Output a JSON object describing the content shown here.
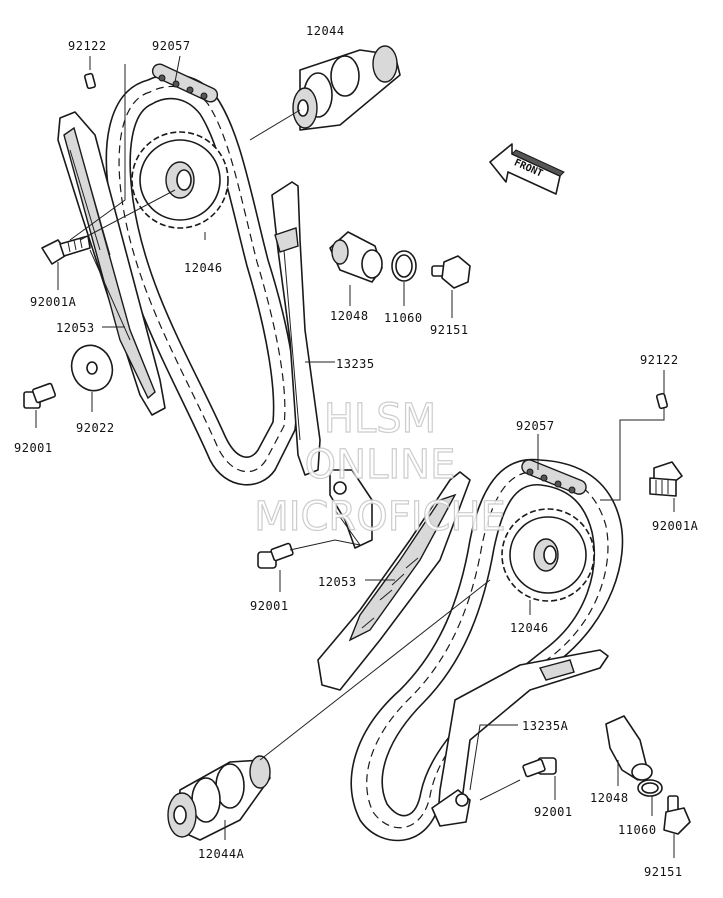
{
  "labels": {
    "p92122_top": "92122",
    "p92057_top": "92057",
    "p12044": "12044",
    "p12046_top": "12046",
    "p92001A_left": "92001A",
    "p12053_left": "12053",
    "p92022": "92022",
    "p92001_left": "92001",
    "p12048_top": "12048",
    "p11060_top": "11060",
    "p92151_top": "92151",
    "p13235": "13235",
    "p92122_right": "92122",
    "p92057_right": "92057",
    "p92001A_right": "92001A",
    "p92001_mid": "92001",
    "p12053_mid": "12053",
    "p12046_right": "12046",
    "p13235A": "13235A",
    "p92001_bottom": "92001",
    "p12048_bottom": "12048",
    "p11060_bottom": "11060",
    "p92151_bottom": "92151",
    "p12044A": "12044A"
  },
  "front_arrow": "FRONT",
  "watermark": [
    "HLSM",
    "ONLINE",
    "MICROFICHE"
  ],
  "colors": {
    "ink": "#1a1a1a",
    "background": "#ffffff",
    "watermark": "#c8c8c8"
  }
}
